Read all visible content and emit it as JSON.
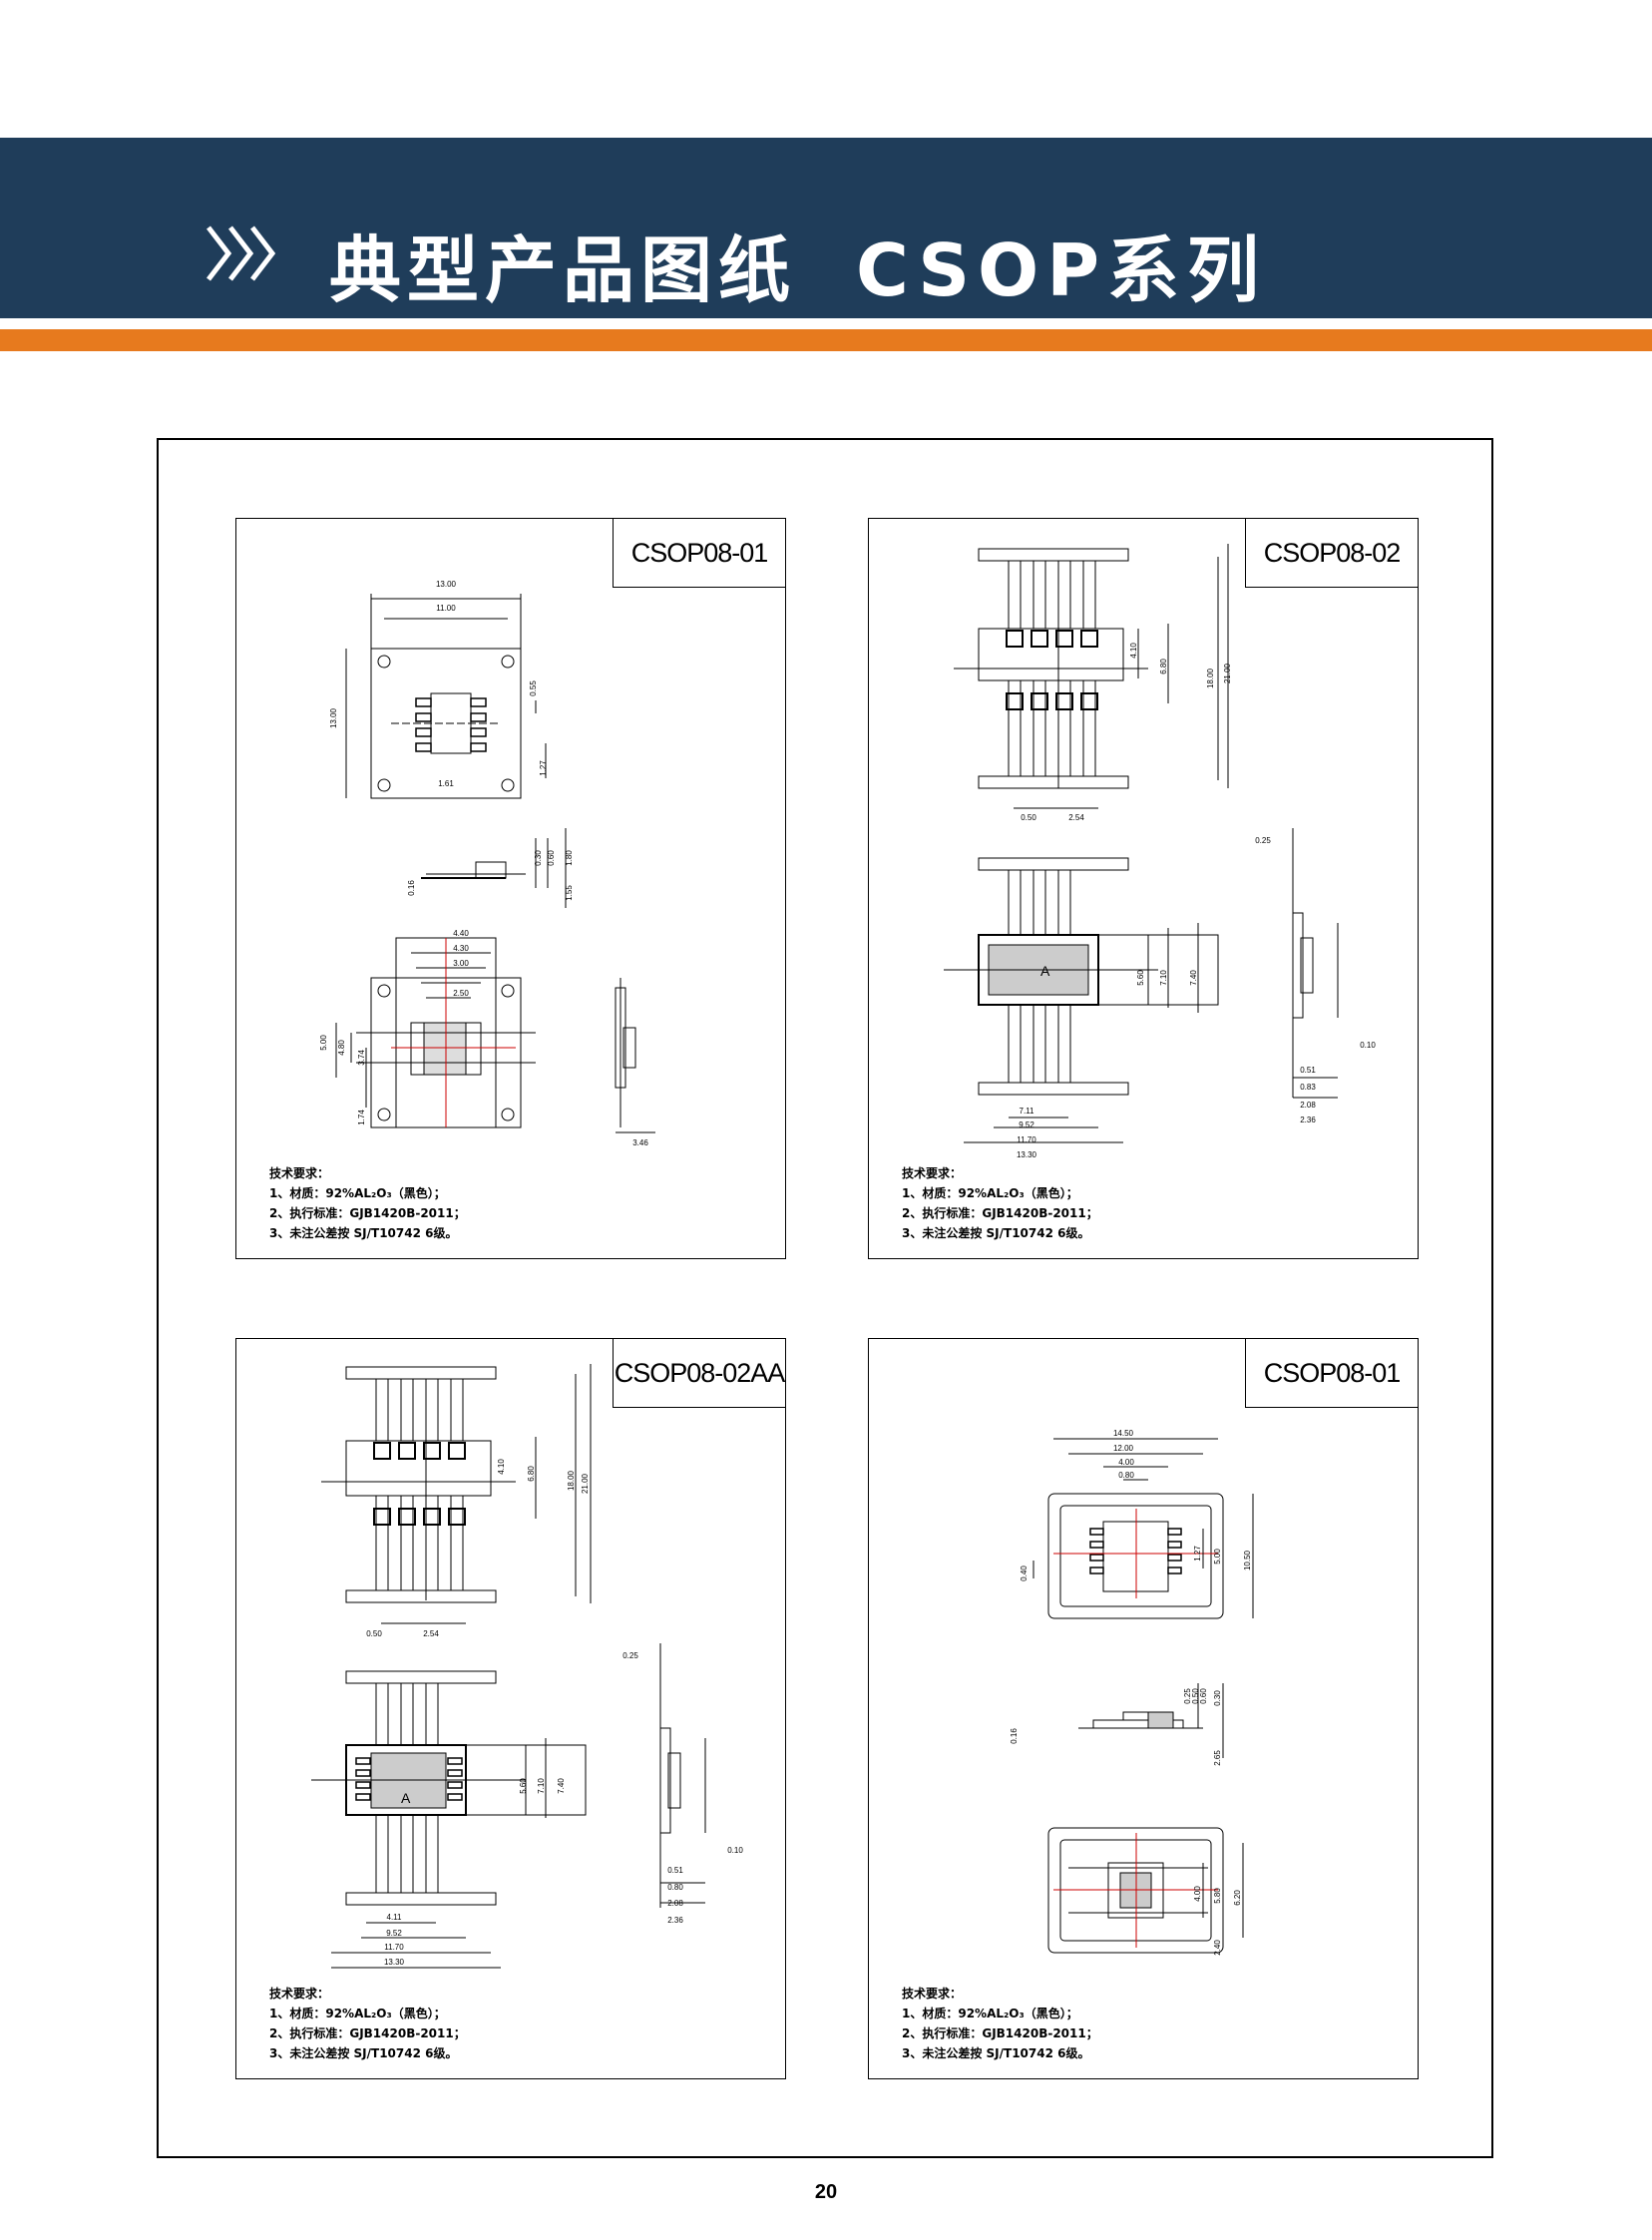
{
  "header": {
    "title": "典型产品图纸",
    "series": "CSOP系列",
    "colors": {
      "banner": "#1f3d5a",
      "accent": "#e77a1e"
    },
    "chevron_icon": "triple-chevron-right-icon"
  },
  "panels": [
    {
      "label": "CSOP08-01",
      "dims": [
        "13.00",
        "11.00",
        "13.00",
        "0.55",
        "1.27",
        "1.61",
        "0.30",
        "0.60",
        "1.80",
        "0.16",
        "1.55",
        "4.40",
        "4.30",
        "3.00",
        "2.50",
        "5.00",
        "4.80",
        "3.74",
        "1.74",
        "3.46"
      ],
      "notes": [
        "技术要求：",
        "1、材质：92%AL₂O₃（黑色）；",
        "2、执行标准：GJB1420B-2011；",
        "3、未注公差按 SJ/T10742 6级。"
      ]
    },
    {
      "label": "CSOP08-02",
      "dims": [
        "4.10",
        "6.80",
        "18.00",
        "21.00",
        "0.50",
        "2.54",
        "0.25",
        "A",
        "5.60",
        "7.10",
        "7.40",
        "0.10",
        "0.51",
        "0.83",
        "2.08",
        "2.36",
        "7.11",
        "9.52",
        "11.70",
        "13.30"
      ],
      "notes": [
        "技术要求：",
        "1、材质：92%AL₂O₃（黑色）；",
        "2、执行标准：GJB1420B-2011；",
        "3、未注公差按 SJ/T10742 6级。"
      ]
    },
    {
      "label": "CSOP08-02AA",
      "dims": [
        "4.10",
        "6.80",
        "18.00",
        "21.00",
        "0.50",
        "2.54",
        "0.25",
        "A",
        "5.60",
        "7.10",
        "7.40",
        "0.10",
        "0.51",
        "0.80",
        "2.08",
        "2.36",
        "4.11",
        "9.52",
        "11.70",
        "13.30"
      ],
      "notes": [
        "技术要求：",
        "1、材质：92%AL₂O₃（黑色）；",
        "2、执行标准：GJB1420B-2011；",
        "3、未注公差按 SJ/T10742 6级。"
      ]
    },
    {
      "label": "CSOP08-01",
      "dims": [
        "14.50",
        "12.00",
        "4.00",
        "0.80",
        "0.40",
        "1.27",
        "5.00",
        "10.50",
        "0.25",
        "0.50",
        "0.60",
        "0.30",
        "0.16",
        "2.65",
        "4.00",
        "5.80",
        "6.20",
        "2.40"
      ],
      "notes": [
        "技术要求：",
        "1、材质：92%AL₂O₃（黑色）；",
        "2、执行标准：GJB1420B-2011；",
        "3、未注公差按 SJ/T10742 6级。"
      ]
    }
  ],
  "page_number": "20"
}
